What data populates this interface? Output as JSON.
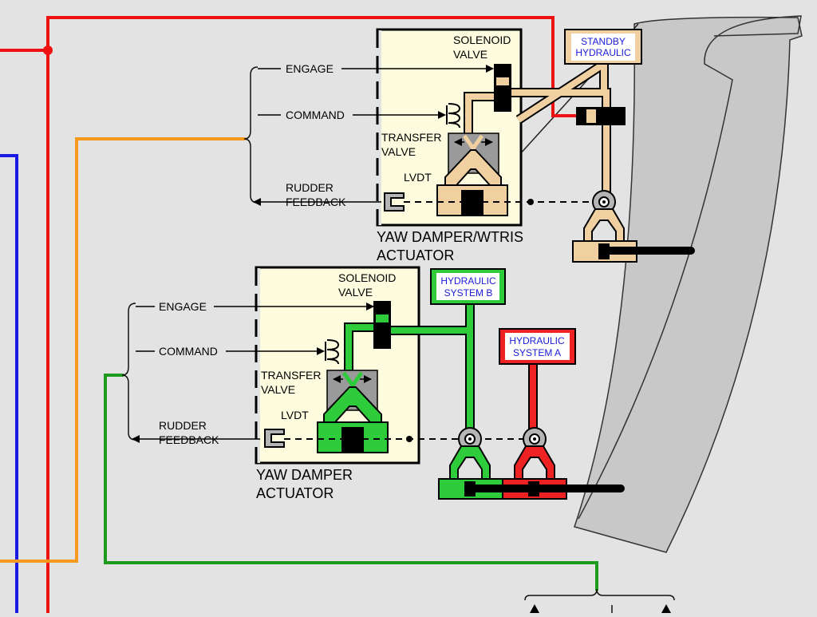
{
  "colors": {
    "background": "#e3e3e3",
    "red_line": "#ee1111",
    "orange_line": "#f59a1c",
    "blue_line": "#1a1ae8",
    "green_line": "#1e9a1e",
    "tan_hydraulic": "#f0cfa0",
    "green_hydraulic": "#2ecc3a",
    "red_hydraulic": "#ee2222",
    "actuator_box": "#fdfcdf",
    "rudder_fill": "#c8c8c8"
  },
  "upper_actuator": {
    "engage": "ENGAGE",
    "command": "COMMAND",
    "rudder": "RUDDER",
    "feedback": "FEEDBACK",
    "solenoid": "SOLENOID",
    "valve": "VALVE",
    "transfer": "TRANSFER",
    "transfer_valve": "VALVE",
    "lvdt": "LVDT",
    "title_line1": "YAW DAMPER/WTRIS",
    "title_line2": "ACTUATOR"
  },
  "lower_actuator": {
    "engage": "ENGAGE",
    "command": "COMMAND",
    "rudder": "RUDDER",
    "feedback": "FEEDBACK",
    "solenoid": "SOLENOID",
    "valve": "VALVE",
    "transfer": "TRANSFER",
    "transfer_valve": "VALVE",
    "lvdt": "LVDT",
    "title_line1": "YAW DAMPER",
    "title_line2": "ACTUATOR"
  },
  "standby_hydraulic": {
    "line1": "STANDBY",
    "line2": "HYDRAULIC"
  },
  "hydraulic_b": {
    "line1": "HYDRAULIC",
    "line2": "SYSTEM B"
  },
  "hydraulic_a": {
    "line1": "HYDRAULIC",
    "line2": "SYSTEM A"
  }
}
